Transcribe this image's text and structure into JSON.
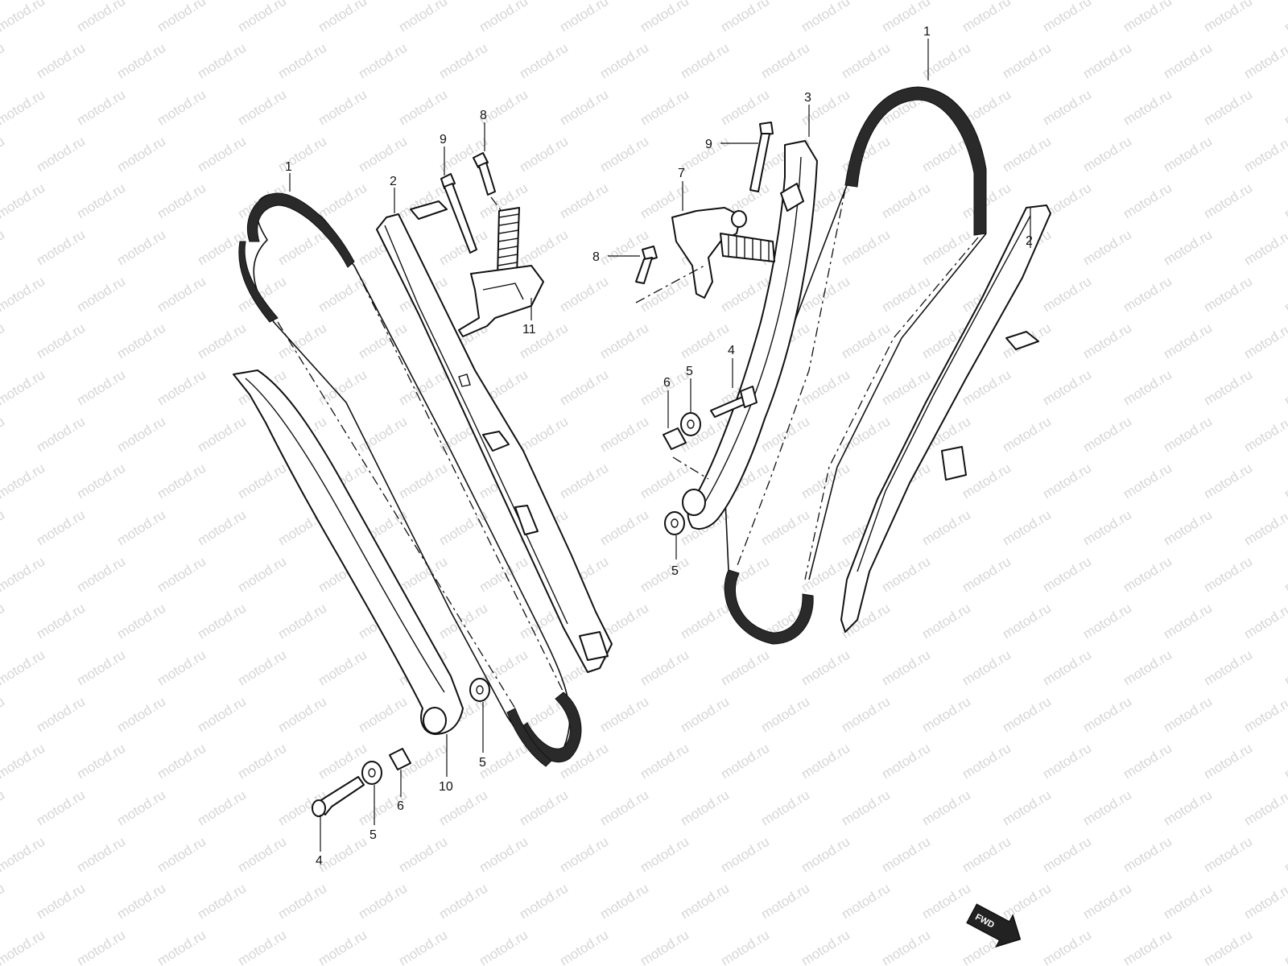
{
  "watermark": {
    "text": "motod.ru",
    "color": "#d6d6d6"
  },
  "fwd_label": "FWD",
  "callouts": {
    "left": {
      "chain": "1",
      "guide": "2",
      "bolt_9": "9",
      "bolt_8": "8",
      "tensioner_adjuster": "11",
      "tensioner": "10",
      "bolt_4": "4",
      "washer_5a": "5",
      "spacer_6": "6",
      "washer_5b": "5"
    },
    "right": {
      "chain": "1",
      "tensioner": "3",
      "bolt_9": "9",
      "adjuster": "7",
      "bolt_8": "8",
      "guide": "2",
      "bolt_4": "4",
      "washer_5a": "5",
      "spacer_6": "6",
      "washer_5b": "5"
    }
  },
  "colors": {
    "line": "#111111",
    "background": "#ffffff",
    "fwd_fill": "#222222"
  }
}
